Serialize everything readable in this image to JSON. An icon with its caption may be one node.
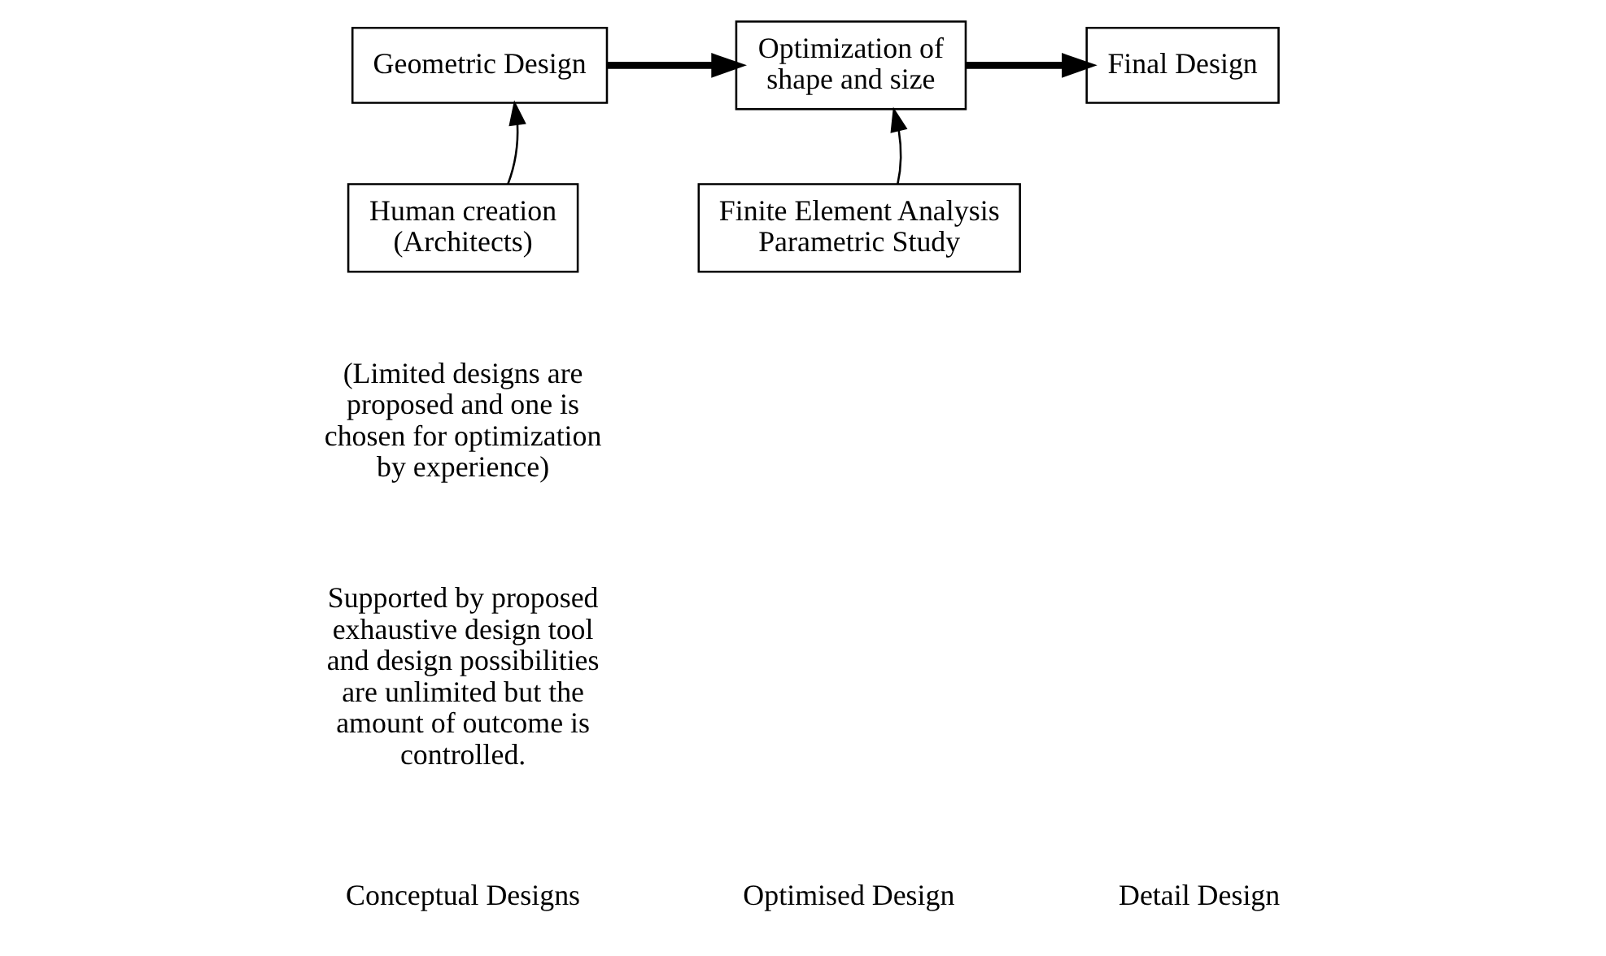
{
  "diagram": {
    "nodes": [
      {
        "text": [
          "Geometric Design"
        ]
      },
      {
        "text": [
          "Optimization of shape and size"
        ]
      },
      {
        "text": [
          "Final Design"
        ]
      },
      {
        "text": [
          "Human creation (Architects)"
        ],
        "beside": [
          "(Limited designs are proposed and one is chosen for optimization by experience)"
        ]
      },
      {
        "text": [
          "Finite Element Analysis",
          "Parametric Study"
        ]
      }
    ],
    "edges": [
      {
        "from": 0,
        "to": 1,
        "arrow": "to",
        "style": "thick"
      },
      {
        "from": 1,
        "to": 2,
        "arrow": "to",
        "style": "thick"
      },
      {
        "from": 3,
        "to": 0,
        "arrow": "to"
      },
      {
        "from": 4,
        "to": 1,
        "arrow": "to"
      }
    ],
    "labels": [
      "Supported by proposed exhaustive design tool and design possibilities are unlimited but the amount of outcome is controlled.",
      "Conceptual Designs",
      "Optimised Design",
      "Detail Design"
    ]
  }
}
